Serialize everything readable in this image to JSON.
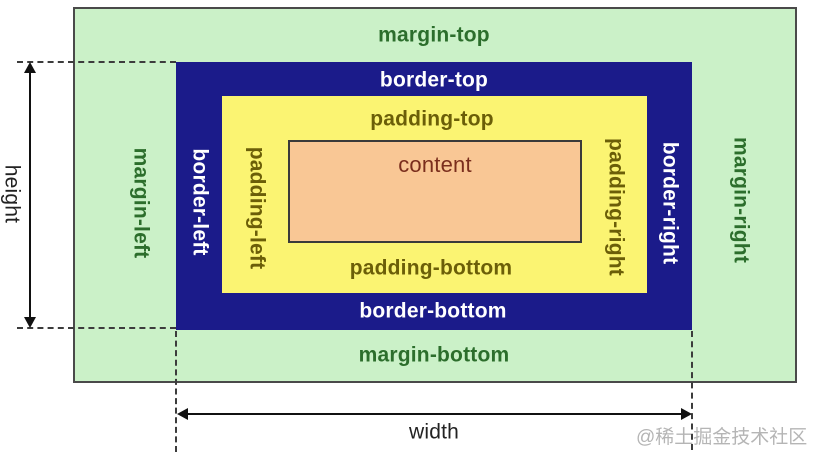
{
  "labels": {
    "margin_top": "margin-top",
    "border_top": "border-top",
    "padding_top": "padding-top",
    "content": "content",
    "padding_bottom": "padding-bottom",
    "border_bottom": "border-bottom",
    "margin_bottom": "margin-bottom",
    "margin_left": "margin-left",
    "border_left": "border-left",
    "padding_left": "padding-left",
    "padding_right": "padding-right",
    "border_right": "border-right",
    "margin_right": "margin-right"
  },
  "dimension_labels": {
    "height": "height",
    "width": "width"
  },
  "watermark": "@稀土掘金技术社区",
  "colors": {
    "canvas_bg": "#ffffff",
    "margin_bg": "#cbf1c8",
    "margin_text": "#2c6e2c",
    "border_bg": "#1b1b8a",
    "border_text": "#ffffff",
    "padding_bg": "#fbf472",
    "padding_text": "#6b5e08",
    "content_bg": "#f9c795",
    "content_text": "#7a2e1d",
    "content_outline": "#3a3a3a",
    "outline": "#4a4a4a",
    "guide": "#3c3c3c",
    "arrow": "#111111",
    "dimension_text": "#222222",
    "watermark_text": "#b5b5b5"
  }
}
